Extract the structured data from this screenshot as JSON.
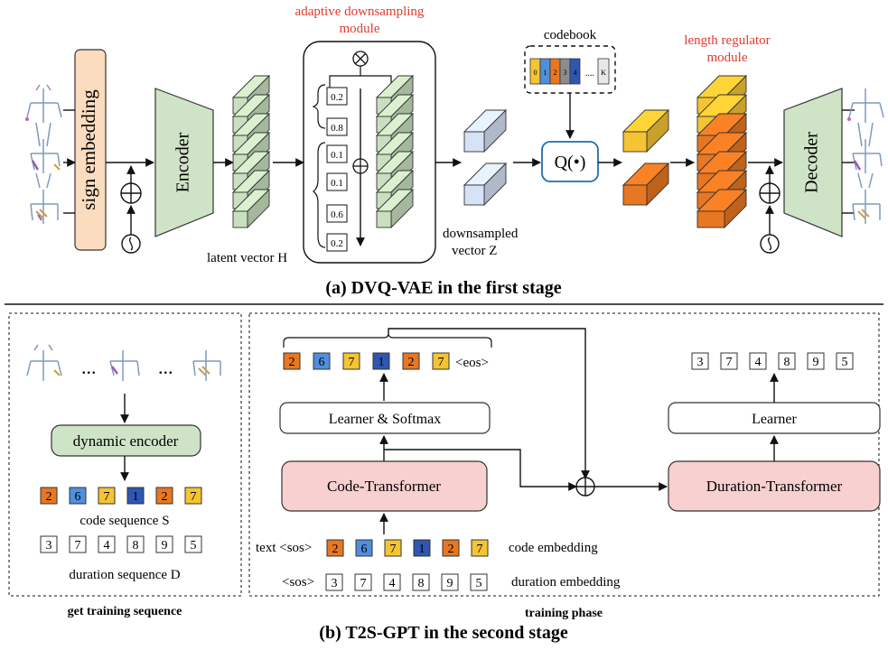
{
  "stage1": {
    "title": "(a) DVQ-VAE in the first stage",
    "sign_embedding": "sign embedding",
    "encoder": "Encoder",
    "decoder": "Decoder",
    "ads_title_1": "adaptive downsampling",
    "ads_title_2": "module",
    "weights": [
      "0.2",
      "0.8",
      "0.1",
      "0.1",
      "0.6",
      "0.2"
    ],
    "latent_label": "latent vector  H",
    "downsampled_1": "downsampled",
    "downsampled_2": "vector  Z",
    "codebook_label": "codebook",
    "codebook_cells": [
      "0",
      "1",
      "2",
      "3",
      "4"
    ],
    "codebook_dots": "....",
    "codebook_last": "K",
    "quantizer": "Q(•)",
    "lr_title_1": "length regulator",
    "lr_title_2": "module",
    "multiply_symbol": "⊗",
    "plus_symbol": "⊕",
    "wave_symbol": "~"
  },
  "stage2": {
    "title": "(b) T2S-GPT in the second stage",
    "left_caption": "get training sequence",
    "right_caption": "training phase",
    "ellipsis": "...",
    "dynamic_encoder": "dynamic encoder",
    "code_sequence": [
      {
        "v": "2",
        "c": "#e87722"
      },
      {
        "v": "6",
        "c": "#4f8fdc"
      },
      {
        "v": "7",
        "c": "#f5c433"
      },
      {
        "v": "1",
        "c": "#2f56b0"
      },
      {
        "v": "2",
        "c": "#e87722"
      },
      {
        "v": "7",
        "c": "#f5c433"
      }
    ],
    "code_sequence_label": "code sequence S",
    "duration_sequence": [
      "3",
      "7",
      "4",
      "8",
      "9",
      "5"
    ],
    "duration_sequence_label": "duration sequence D",
    "eos": "<eos>",
    "learner_softmax": "Learner & Softmax",
    "code_transformer": "Code-Transformer",
    "text_sos": "text <sos>",
    "sos": "<sos>",
    "code_embedding": "code embedding",
    "duration_embedding": "duration embedding",
    "learner": "Learner",
    "duration_transformer": "Duration-Transformer"
  },
  "colors": {
    "orange": "#e87722",
    "light_blue": "#4f8fdc",
    "yellow": "#f5c433",
    "dark_blue": "#2f56b0",
    "green": "#cfe3c7",
    "peach": "#fbdcbf",
    "pink": "#f7d0cf",
    "accent_red": "#e03a2f",
    "latent_green": "#c9dfbf",
    "z_blue": "#d6e2f5"
  }
}
